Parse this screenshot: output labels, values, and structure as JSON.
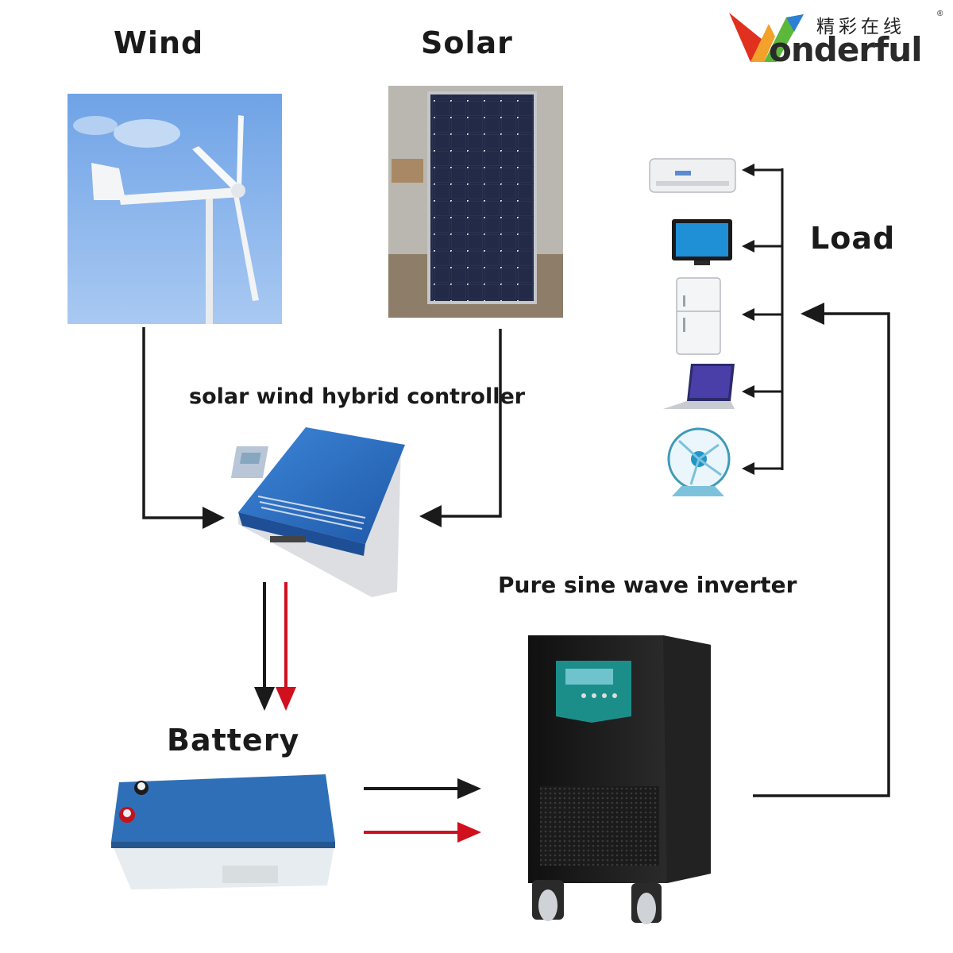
{
  "labels": {
    "wind": "Wind",
    "solar": "Solar",
    "load": "Load",
    "controller": "solar wind hybrid controller",
    "inverter": "Pure sine wave inverter",
    "battery": "Battery"
  },
  "logo": {
    "brand_cn": "精彩在线",
    "registered": "®",
    "brand_en": "onderful",
    "brand_initial": "W"
  },
  "components": {
    "load_devices": [
      "air-conditioner-icon",
      "tv-icon",
      "refrigerator-icon",
      "laptop-icon",
      "fan-icon"
    ]
  },
  "colors": {
    "wire_black": "#1a1a1a",
    "wire_red": "#d0101e",
    "panel_blue": "#2e6fc4",
    "sky_blue": "#7fb0ea",
    "logo_red": "#e0301e",
    "logo_green": "#5bb83a",
    "logo_blue": "#2b7fd4"
  }
}
